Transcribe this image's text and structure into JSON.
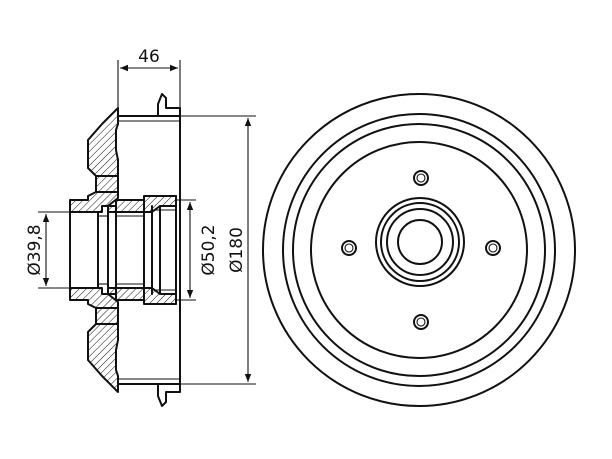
{
  "diagram": {
    "dimensions": {
      "width": "46",
      "inner_bore": "Ø39,8",
      "hub_diameter": "Ø50,2",
      "drum_diameter": "Ø180"
    },
    "colors": {
      "stroke": "#111111",
      "background": "#ffffff"
    }
  }
}
